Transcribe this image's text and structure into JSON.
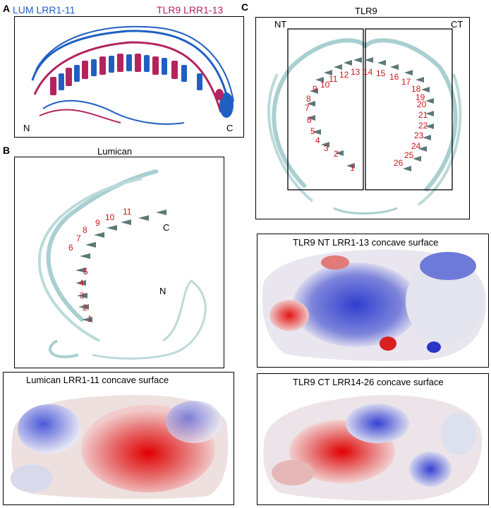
{
  "panelA": {
    "letter": "A",
    "legend_lum": "LUM LRR1-11",
    "legend_tlr9": "TLR9 LRR1-13",
    "n_label": "N",
    "c_label": "C",
    "colors": {
      "lum": "#1f5fc2",
      "tlr9": "#b3245f"
    }
  },
  "panelB": {
    "letter": "B",
    "title": "Lumican",
    "n_label": "N",
    "c_label": "C",
    "repeat_numbers": [
      "1",
      "2",
      "3",
      "4",
      "5",
      "6",
      "7",
      "8",
      "9",
      "10",
      "11"
    ],
    "surface_title": "Lumican LRR1-11 concave surface"
  },
  "panelC": {
    "letter": "C",
    "title": "TLR9",
    "nt_label": "NT",
    "ct_label": "CT",
    "repeat_numbers": [
      "1",
      "2",
      "3",
      "4",
      "5",
      "6",
      "7",
      "8",
      "9",
      "10",
      "11",
      "12",
      "13",
      "14",
      "15",
      "16",
      "17",
      "18",
      "19",
      "20",
      "21",
      "22",
      "23",
      "24",
      "25",
      "26"
    ],
    "surface_nt_title": "TLR9 NT LRR1-13 concave surface",
    "surface_ct_title": "TLR9 CT LRR14-26 concave surface"
  }
}
